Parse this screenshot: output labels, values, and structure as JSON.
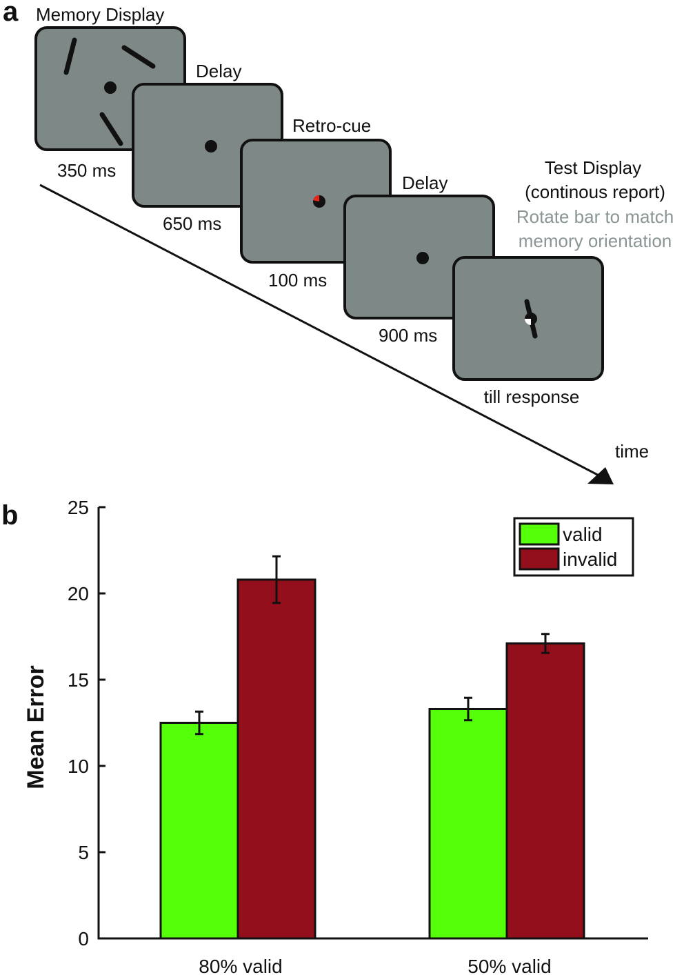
{
  "panel_a": {
    "letter": "a",
    "screen_color": "#7d8887",
    "cue_color": "#e8261a",
    "frames": [
      {
        "title": "Memory Display",
        "duration": "350 ms"
      },
      {
        "title": "Delay",
        "duration": "650 ms"
      },
      {
        "title": "Retro-cue",
        "duration": "100 ms"
      },
      {
        "title": "Delay",
        "duration": "900 ms"
      },
      {
        "title": "Test Display",
        "subtitle": "(continous report)",
        "instruction_line1": "Rotate bar to match",
        "instruction_line2": "memory orientation",
        "duration": "till response"
      }
    ],
    "time_label": "time"
  },
  "panel_b": {
    "letter": "b"
  },
  "chart_data": {
    "type": "bar",
    "categories": [
      "80% valid",
      "50% valid"
    ],
    "series": [
      {
        "name": "valid",
        "color": "#55ff0a",
        "values": [
          12.5,
          13.3
        ],
        "errors": [
          0.65,
          0.65
        ]
      },
      {
        "name": "invalid",
        "color": "#940f1c",
        "values": [
          20.8,
          17.1
        ],
        "errors": [
          1.35,
          0.55
        ]
      }
    ],
    "title": "",
    "xlabel": "",
    "ylabel": "Mean Error",
    "ylim": [
      0,
      25
    ],
    "yticks": [
      "0",
      "5",
      "10",
      "15",
      "20",
      "25"
    ],
    "ytick_values": [
      0,
      5,
      10,
      15,
      20,
      25
    ],
    "grid": false,
    "legend_position": "top-right"
  }
}
